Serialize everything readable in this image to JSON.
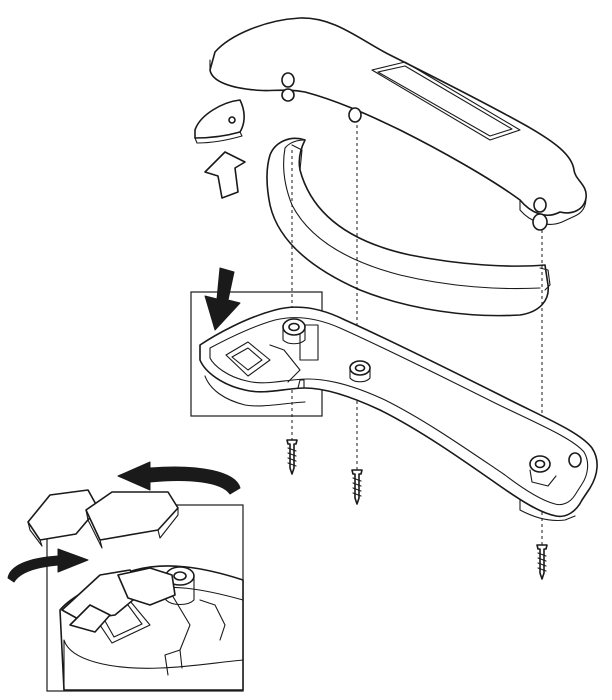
{
  "diagram": {
    "colors": {
      "stroke": "#1a1a1a",
      "background": "#ffffff"
    },
    "parts": [
      "top-cover",
      "curved-rail",
      "small-clip",
      "base-frame",
      "screw",
      "screw",
      "screw"
    ],
    "icons": [
      "up-arrow-icon",
      "down-arrow-icon",
      "rotate-arrow-icon",
      "rotate-arrow-icon"
    ],
    "insets": [
      "detail-box-upper",
      "detail-box-lower"
    ]
  }
}
